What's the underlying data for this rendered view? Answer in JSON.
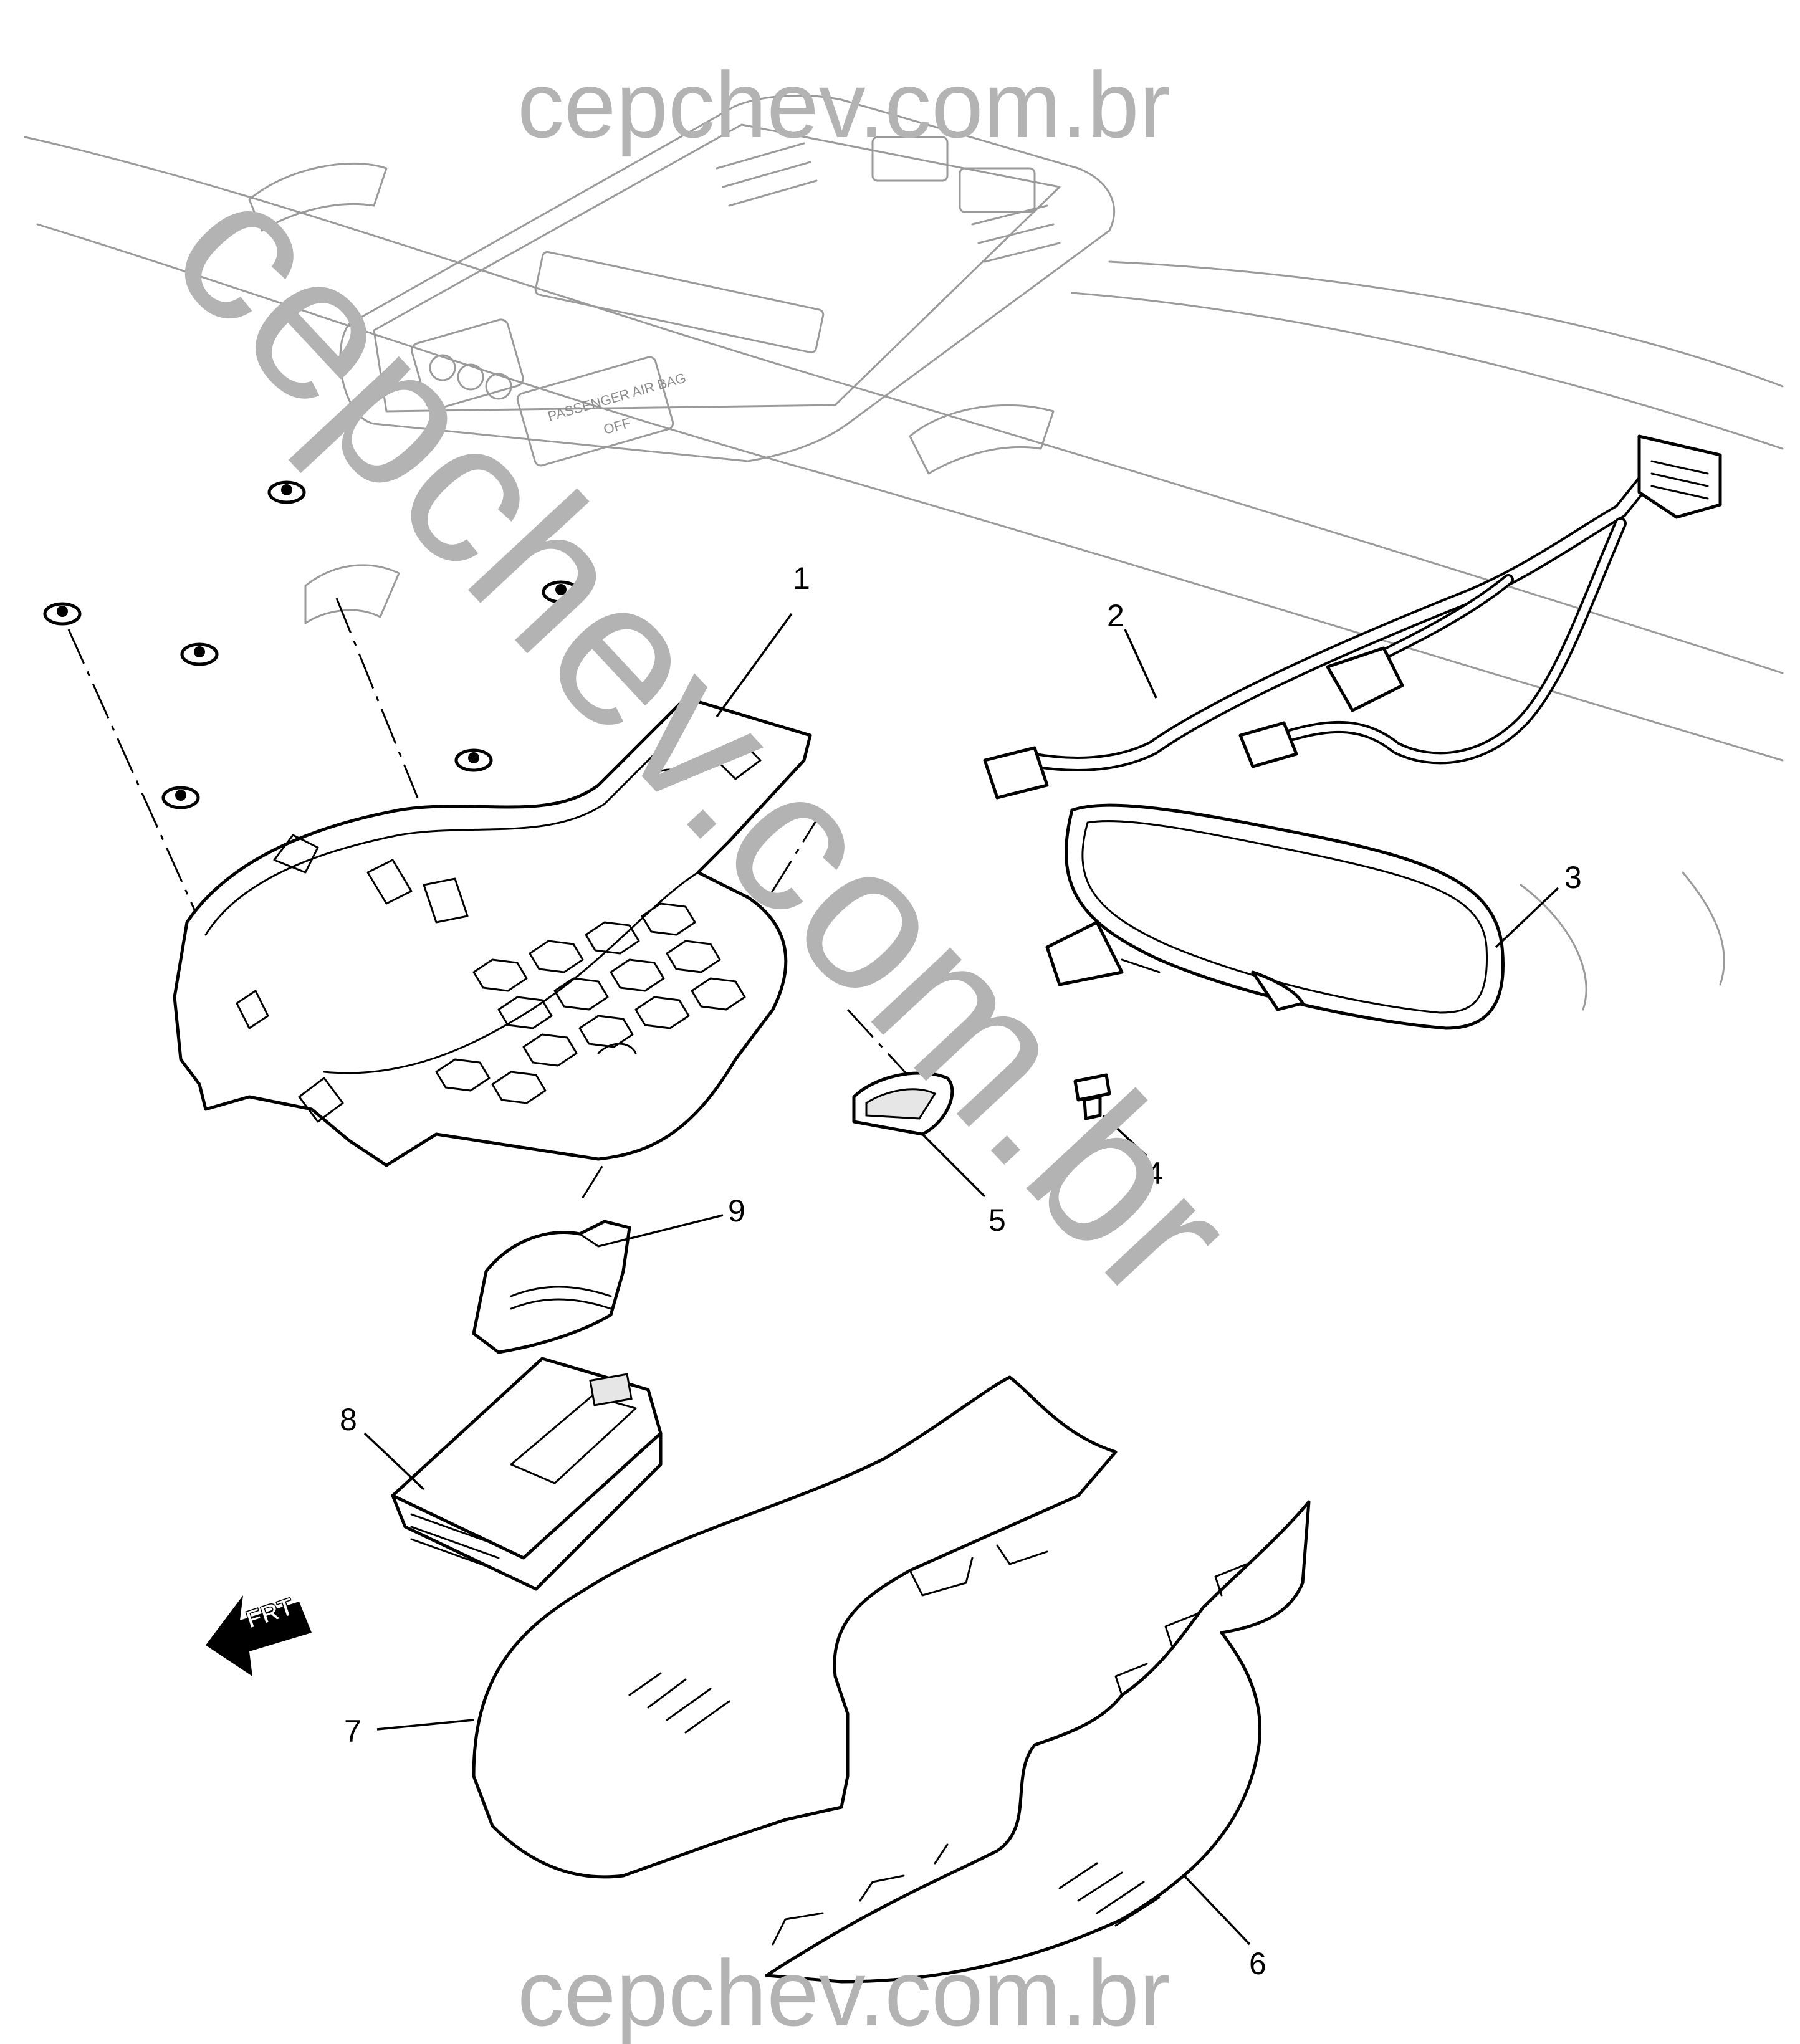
{
  "watermark": {
    "top": "cepchev.com.br",
    "bottom": "cepchev.com.br",
    "diagonal": "cepchev.com.br",
    "color": "#b3b3b3"
  },
  "console_labels": {
    "airbag_status": "PASSENGER AIR BAG",
    "airbag_state": "OFF"
  },
  "front_indicator": "FRT",
  "callouts": [
    {
      "id": "1",
      "label": "1"
    },
    {
      "id": "2",
      "label": "2"
    },
    {
      "id": "3",
      "label": "3"
    },
    {
      "id": "4",
      "label": "4"
    },
    {
      "id": "5",
      "label": "5"
    },
    {
      "id": "6",
      "label": "6"
    },
    {
      "id": "7",
      "label": "7"
    },
    {
      "id": "8",
      "label": "8"
    },
    {
      "id": "9",
      "label": "9"
    }
  ]
}
